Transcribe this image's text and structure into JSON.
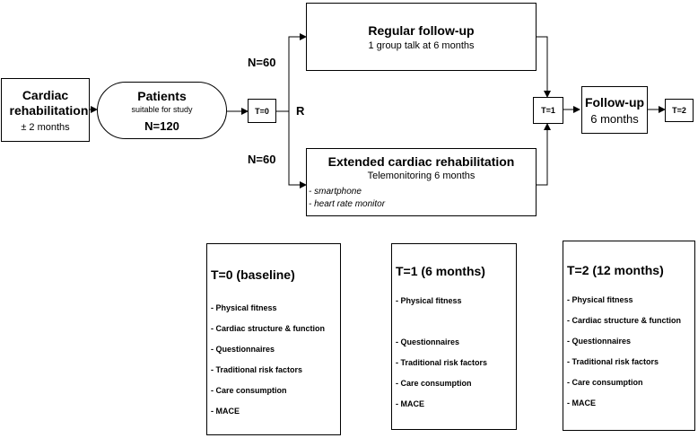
{
  "cardiac": {
    "title": "Cardiac rehabilitation",
    "duration": "± 2 months"
  },
  "patients": {
    "title": "Patients",
    "subtitle": "suitable for study",
    "n": "N=120"
  },
  "t0": "T=0",
  "randomize": "R",
  "n_top": "N=60",
  "n_bottom": "N=60",
  "regular": {
    "title": "Regular follow-up",
    "detail": "1 group talk at 6 months"
  },
  "extended": {
    "title": "Extended cardiac rehabilitation",
    "detail": "Telemonitoring 6 months",
    "items": [
      "- smartphone",
      "- heart rate monitor"
    ]
  },
  "t1": "T=1",
  "followup": {
    "title": "Follow-up",
    "duration": "6 months"
  },
  "t2": "T=2",
  "measure_t0": {
    "title": "T=0 (baseline)",
    "items": [
      "- Physical fitness",
      "- Cardiac structure & function",
      "- Questionnaires",
      "- Traditional risk factors",
      "- Care consumption",
      "- MACE"
    ]
  },
  "measure_t1": {
    "title": "T=1 (6 months)",
    "items": [
      "- Physical fitness",
      "",
      "- Questionnaires",
      "- Traditional risk factors",
      "- Care consumption",
      "- MACE"
    ]
  },
  "measure_t2": {
    "title": "T=2 (12 months)",
    "items": [
      "- Physical fitness",
      "- Cardiac structure & function",
      "- Questionnaires",
      "- Traditional risk factors",
      "- Care consumption",
      "- MACE"
    ]
  }
}
